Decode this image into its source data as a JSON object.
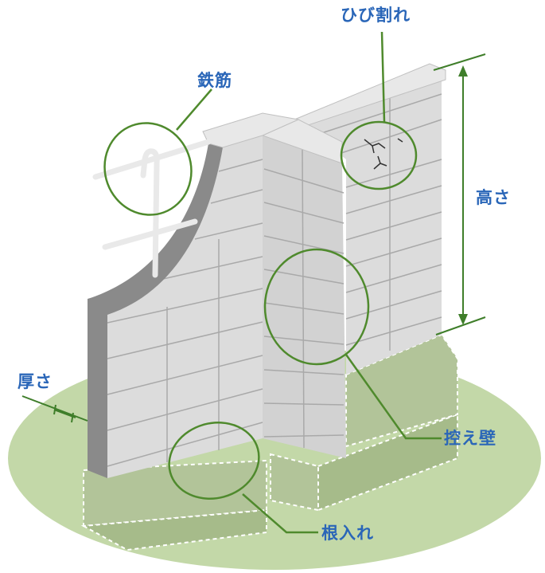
{
  "labels": {
    "rebar": "鉄筋",
    "crack": "ひび割れ",
    "height": "高さ",
    "thickness": "厚さ",
    "buttress": "控え壁",
    "embedment": "根入れ"
  },
  "colors": {
    "ground": "#c3d8a8",
    "wall_face": "#dcdcdc",
    "wall_side": "#c6c6c6",
    "wall_top": "#e8e8e8",
    "wall_cut": "#8a8a8a",
    "mortar": "#a9a9a9",
    "foundation": "#b2c499",
    "callout": "#4f8a2d",
    "label": "#2a66b8",
    "measure": "#3f7e2a"
  }
}
